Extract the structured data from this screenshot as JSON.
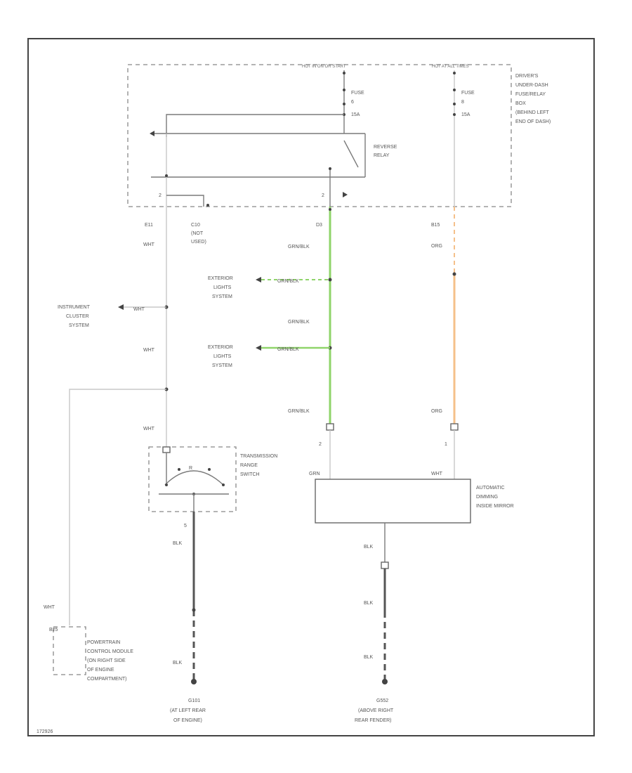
{
  "labels": {
    "hot_in_start_run": "HOT IN ON OR START",
    "hot_at_all_times": "HOT AT ALL TIMES",
    "fuse_left": "FUSE",
    "fuse_left_num": "6",
    "fuse_left_amp": "15A",
    "fuse_right": "FUSE",
    "fuse_right_num": "8",
    "fuse_right_amp": "15A",
    "fuse_box_1": "DRIVER'S",
    "fuse_box_2": "UNDER-DASH",
    "fuse_box_3": "FUSE/RELAY",
    "fuse_box_4": "BOX",
    "fuse_box_5": "(BEHIND LEFT",
    "fuse_box_6": "END OF DASH)",
    "reverse_relay_1": "REVERSE",
    "reverse_relay_2": "RELAY",
    "pin_2a": "2",
    "pin_2b": "2",
    "conn_left": "E11",
    "conn_mid_left_1": "C10",
    "conn_mid_left_2": "(NOT",
    "conn_mid_left_3": "USED)",
    "conn_mid": "D3",
    "conn_right": "B15",
    "wire_wht_1": "WHT",
    "wire_grn_1": "GRN/BLK",
    "wire_org_1": "ORG",
    "ext_lights_1a": "EXTERIOR",
    "ext_lights_1b": "LIGHTS",
    "ext_lights_1c": "SYSTEM",
    "wire_grn_2": "GRN/BLK",
    "inst_cluster_1": "INSTRUMENT",
    "inst_cluster_2": "CLUSTER",
    "inst_cluster_3": "SYSTEM",
    "wire_wht_2": "WHT",
    "wire_grn_3": "GRN/BLK",
    "wire_wht_3": "WHT",
    "ext_lights_2a": "EXTERIOR",
    "ext_lights_2b": "LIGHTS",
    "ext_lights_2c": "SYSTEM",
    "wire_grn_4": "GRN/BLK",
    "wire_grn_5": "GRN/BLK",
    "wire_org_2": "ORG",
    "wire_wht_4": "WHT",
    "pin_2c": "2",
    "pin_1a": "1",
    "trans_1": "TRANSMISSION",
    "trans_2": "RANGE",
    "trans_3": "SWITCH",
    "trans_r": "R",
    "wire_grn_6": "GRN",
    "wire_wht_5": "WHT",
    "mirror_1": "AUTOMATIC",
    "mirror_2": "DIMMING",
    "mirror_3": "INSIDE MIRROR",
    "pin_5": "5",
    "wire_blk_1": "BLK",
    "wire_blk_2": "BLK",
    "wire_blk_3": "BLK",
    "wire_wht_6": "WHT",
    "pcm_pin": "B25",
    "pcm_1": "POWERTRAIN",
    "pcm_2": "CONTROL MODULE",
    "pcm_3": "(ON RIGHT SIDE",
    "pcm_4": "OF ENGINE",
    "pcm_5": "COMPARTMENT)",
    "wire_blk_4": "BLK",
    "wire_blk_5": "BLK",
    "ground_left_1": "G101",
    "ground_left_2": "(AT LEFT REAR",
    "ground_left_3": "OF ENGINE)",
    "ground_right_1": "G552",
    "ground_right_2": "(ABOVE RIGHT",
    "ground_right_3": "REAR FENDER)",
    "diagram_id": "172926"
  },
  "colors": {
    "green_wire": "#8fd46a",
    "orange_wire": "#f5c08a",
    "frame": "#444444"
  },
  "icons": [
    "arrow-icon",
    "connector-icon",
    "ground-icon",
    "relay-switch-icon"
  ]
}
